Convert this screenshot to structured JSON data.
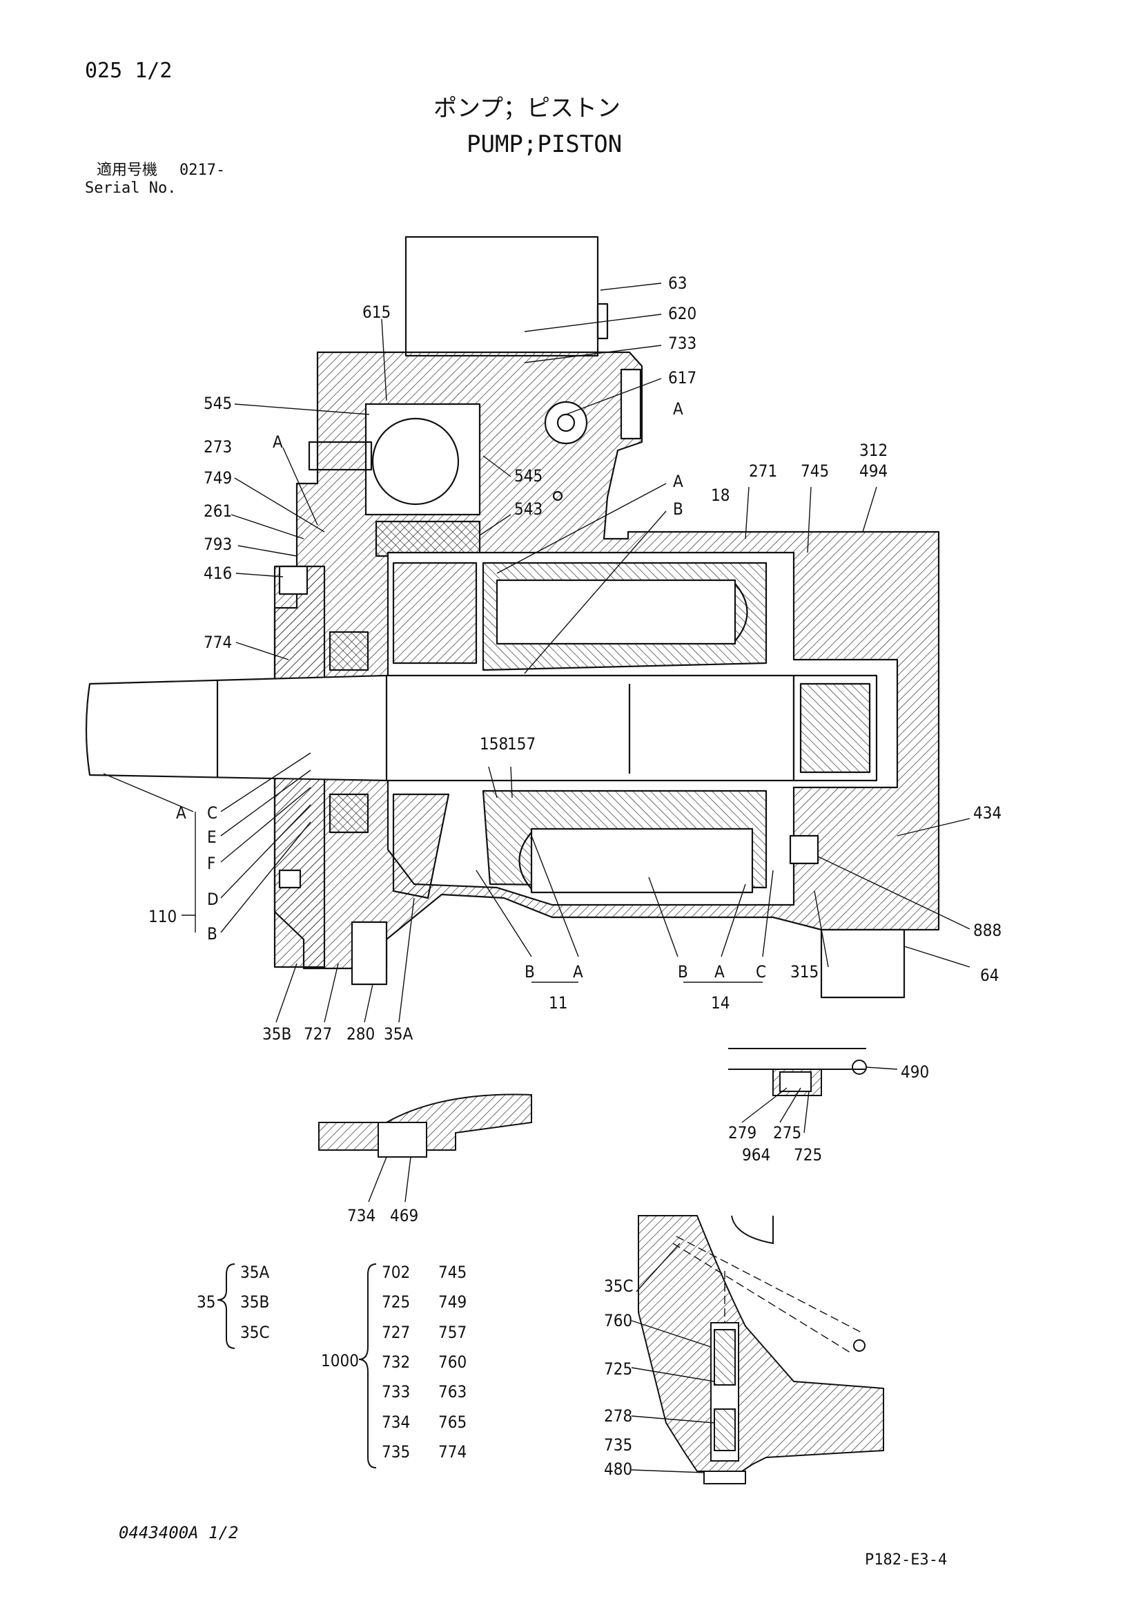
{
  "header": {
    "page_ref": "025 1/2",
    "title_jp": "ポンプ；ピストン",
    "title_en": "PUMP;PISTON",
    "serial_label_jp": "適用号機",
    "serial_value": "0217-",
    "serial_label_en": "Serial No."
  },
  "callouts": [
    "63",
    "620",
    "615",
    "733",
    "617",
    "545",
    "A",
    "273",
    "A",
    "749",
    "545",
    "543",
    "A",
    "18",
    "B",
    "271",
    "745",
    "312",
    "494",
    "261",
    "793",
    "416",
    "774",
    "158",
    "157",
    "A",
    "C",
    "E",
    "F",
    "D",
    "110",
    "B",
    "434",
    "888",
    "B",
    "A",
    "B",
    "A",
    "C",
    "315",
    "64",
    "11",
    "14",
    "35B",
    "727",
    "280",
    "35A",
    "490",
    "279",
    "275",
    "964",
    "725",
    "734",
    "469",
    "35C",
    "760",
    "725",
    "278",
    "735",
    "480"
  ],
  "kit_35": {
    "label": "35",
    "items": [
      "35A",
      "35B",
      "35C"
    ]
  },
  "kit_1000": {
    "label": "1000",
    "items": [
      "702",
      "745",
      "725",
      "749",
      "727",
      "757",
      "732",
      "760",
      "733",
      "763",
      "734",
      "765",
      "735",
      "774"
    ]
  },
  "footer": {
    "drawing_no": "0443400A 1/2",
    "code": "P182-E3-4"
  }
}
